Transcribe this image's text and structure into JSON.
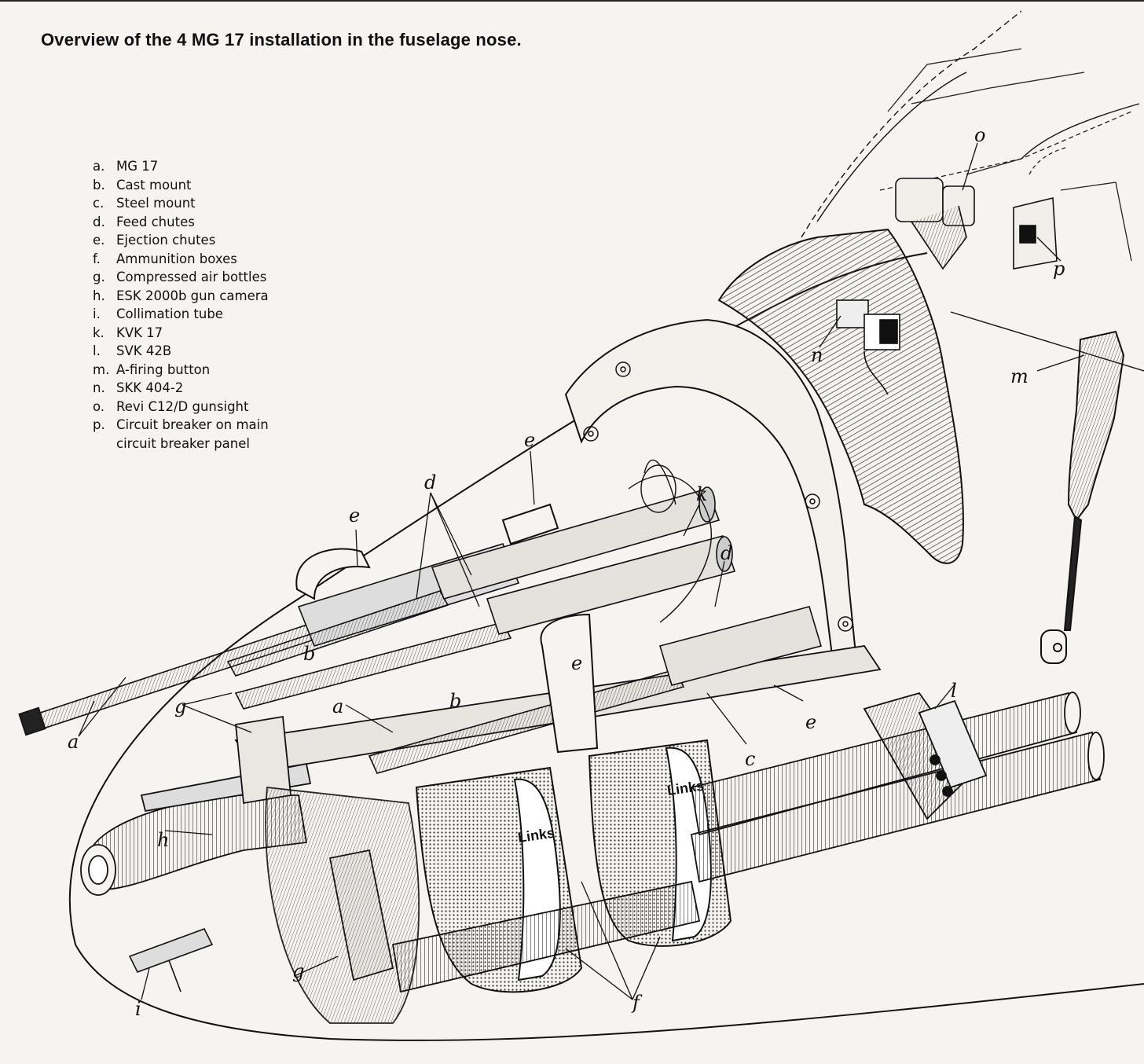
{
  "title": "Overview of the 4 MG 17 installation in the fuselage nose.",
  "legend": [
    {
      "key": "a.",
      "text": "MG 17"
    },
    {
      "key": "b.",
      "text": "Cast mount"
    },
    {
      "key": "c.",
      "text": "Steel mount"
    },
    {
      "key": "d.",
      "text": "Feed chutes"
    },
    {
      "key": "e.",
      "text": "Ejection chutes"
    },
    {
      "key": "f.",
      "text": "Ammunition boxes"
    },
    {
      "key": "g.",
      "text": "Compressed air bottles"
    },
    {
      "key": "h.",
      "text": "ESK 2000b gun camera"
    },
    {
      "key": "i.",
      "text": "Collimation tube"
    },
    {
      "key": "k.",
      "text": "KVK 17"
    },
    {
      "key": "l.",
      "text": "SVK 42B"
    },
    {
      "key": "m.",
      "text": "A-firing button"
    },
    {
      "key": "n.",
      "text": "SKK 404-2"
    },
    {
      "key": "o.",
      "text": "Revi C12/D gunsight"
    },
    {
      "key": "p.",
      "text": "Circuit breaker on main",
      "continuation": "circuit breaker panel"
    }
  ],
  "callouts": {
    "a1": "a",
    "a2": "a",
    "b1": "b",
    "b2": "b",
    "c": "c",
    "d1": "d",
    "d2": "d",
    "e1": "e",
    "e2": "e",
    "e3": "e",
    "e4": "e",
    "f": "f",
    "g1": "g",
    "g2": "g",
    "h": "h",
    "i": "i",
    "k": "k",
    "l": "l",
    "m": "m",
    "n": "n",
    "o": "o",
    "p": "p"
  },
  "box_labels": {
    "links1": "Links",
    "links2": "Links"
  },
  "colors": {
    "ink": "#111111",
    "paper": "#f5f4f0",
    "hatch": "#555555"
  }
}
